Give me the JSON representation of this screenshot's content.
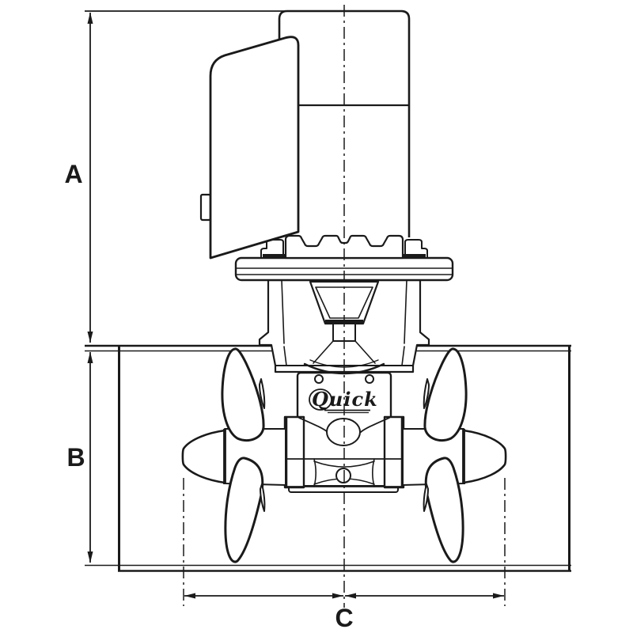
{
  "diagram": {
    "logo_text": "Quick",
    "labels": {
      "a": "A",
      "b": "B",
      "c": "C"
    }
  },
  "colors": {
    "line": "#1a1a1a",
    "background": "#ffffff"
  }
}
